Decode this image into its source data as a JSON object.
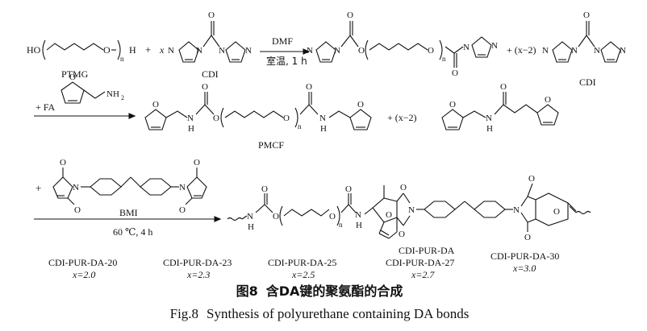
{
  "reactants": {
    "ptmg_formula_left": "HO",
    "ptmg_formula_right": "H",
    "n_sub": "n",
    "plus": "+",
    "x_coef": "x",
    "o_atom": "O",
    "n_atom": "N",
    "ptmg_label": "PTMG",
    "cdi_label": "CDI"
  },
  "step1": {
    "reagent_top": "DMF",
    "reagent_bottom": "室温, 1 h"
  },
  "product1": {
    "excess_coef": "+ (x−2)",
    "cdi_label": "CDI"
  },
  "step2": {
    "reagent": "+ FA",
    "nh2": "NH",
    "nh2_sub": "2"
  },
  "product2": {
    "label": "PMCF",
    "h_atom": "H",
    "excess_coef": "+ (x−2)"
  },
  "step3": {
    "plus": "+",
    "bmi_label": "BMI",
    "conditions": "60 ℃, 4 h"
  },
  "samples": [
    {
      "name": "CDI-PUR-DA-20",
      "x": "x=2.0"
    },
    {
      "name": "CDI-PUR-DA-23",
      "x": "x=2.3"
    },
    {
      "name": "CDI-PUR-DA-25",
      "x": "x=2.5"
    },
    {
      "name": "CDI-PUR-DA",
      "name2": "CDI-PUR-DA-27",
      "x": "x=2.7"
    },
    {
      "name": "CDI-PUR-DA-30",
      "x": "x=3.0"
    }
  ],
  "caption": {
    "fig_cn": "图8",
    "title_cn": "含DA键的聚氨酯的合成",
    "fig_en": "Fig.8",
    "title_en": "Synthesis of polyurethane containing DA bonds"
  },
  "colors": {
    "ink": "#111111",
    "background": "#ffffff"
  }
}
